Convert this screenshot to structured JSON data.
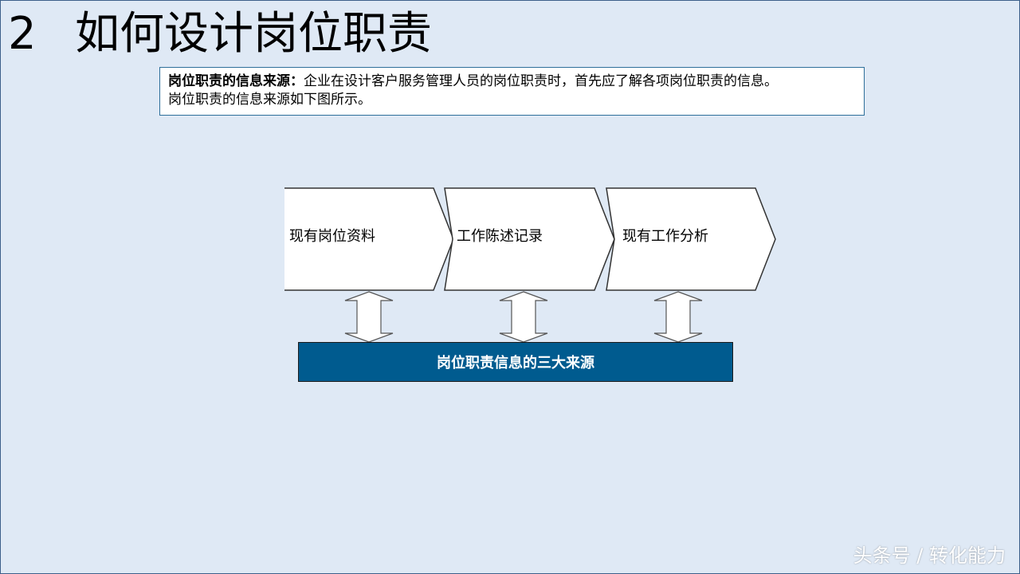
{
  "slide": {
    "title_number": "2",
    "title_text": "如何设计岗位职责"
  },
  "intro": {
    "bold_label": "岗位职责的信息来源：",
    "text_line1": "企业在设计客户服务管理人员的岗位职责时，首先应了解各项岗位职责的信息。",
    "text_line2": "岗位职责的信息来源如下图所示。"
  },
  "diagram": {
    "steps": [
      {
        "label": "现有岗位资料"
      },
      {
        "label": "工作陈述记录"
      },
      {
        "label": "现有工作分析"
      }
    ],
    "base_label": "岗位职责信息的三大来源"
  },
  "watermark": "头条号 / 转化能力",
  "colors": {
    "background": "#dfe9f5",
    "base_bar": "#005b8f",
    "intro_border": "#2e6f9a"
  }
}
